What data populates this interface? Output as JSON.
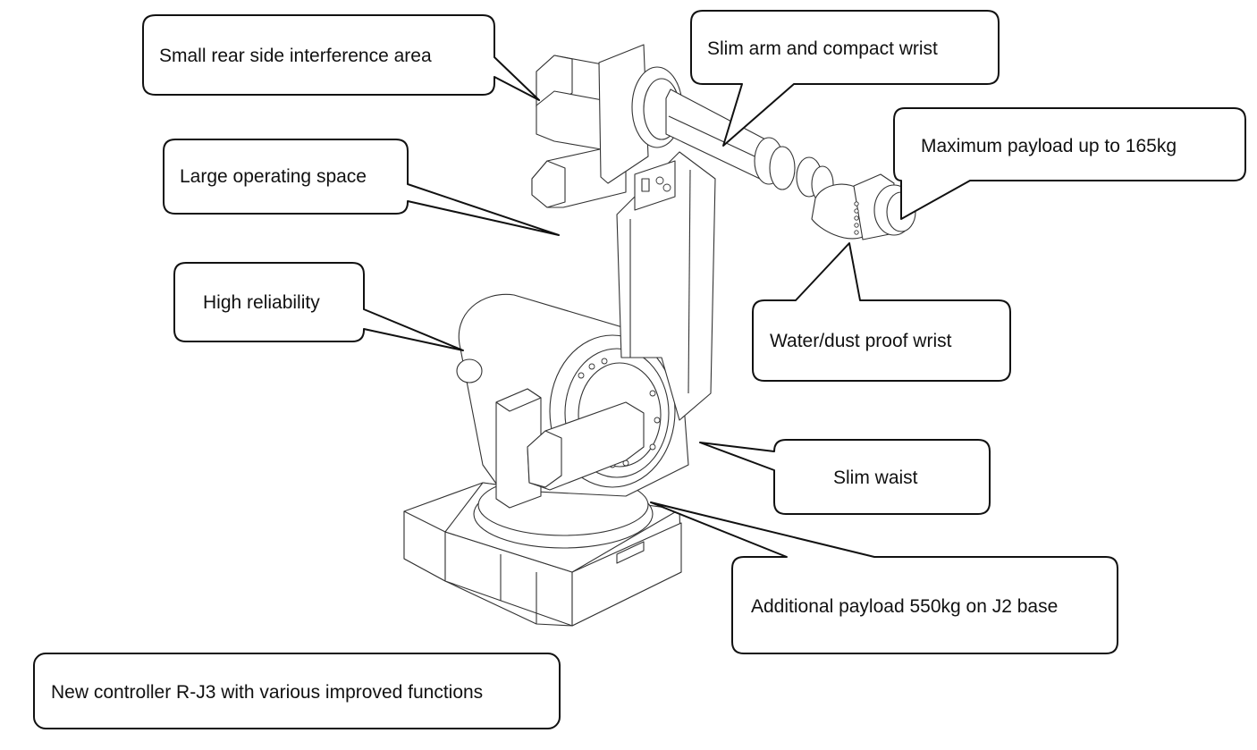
{
  "diagram": {
    "subject": "Industrial robot arm line drawing",
    "callouts": [
      {
        "id": "rear-interference",
        "text": "Small rear side interference area"
      },
      {
        "id": "slim-arm",
        "text": "Slim arm and compact wrist"
      },
      {
        "id": "max-payload",
        "text": "Maximum payload up to 165kg"
      },
      {
        "id": "operating-space",
        "text": "Large operating space"
      },
      {
        "id": "reliability",
        "text": "High reliability"
      },
      {
        "id": "waterproof-wrist",
        "text": "Water/dust proof wrist"
      },
      {
        "id": "slim-waist",
        "text": "Slim waist"
      },
      {
        "id": "additional-payload",
        "text": "Additional payload 550kg on J2 base"
      },
      {
        "id": "controller",
        "text": "New controller R-J3 with various improved functions"
      }
    ],
    "colors": {
      "line": "#111111",
      "background": "#ffffff",
      "drawing": "#333333"
    }
  }
}
